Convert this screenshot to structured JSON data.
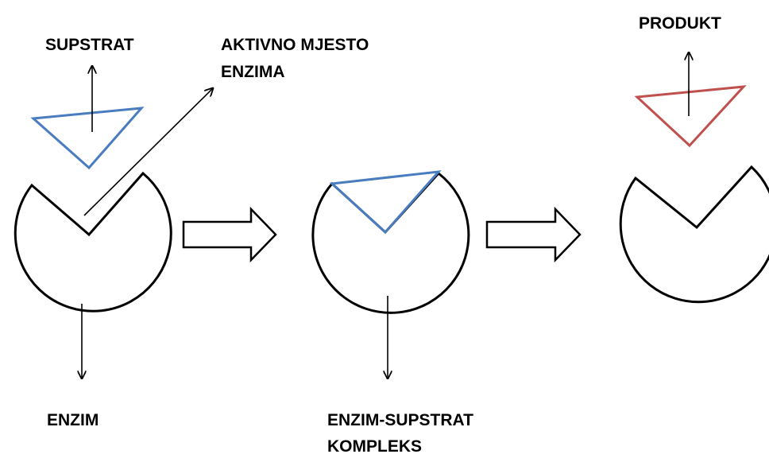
{
  "labels": {
    "supstrat": "SUPSTRAT",
    "aktivno_mjesto_line1": "AKTIVNO MJESTO",
    "aktivno_mjesto_line2": "ENZIMA",
    "enzim": "ENZIM",
    "kompleks_line1": "ENZIM-SUPSTRAT",
    "kompleks_line2": "KOMPLEKS",
    "produkt": "PRODUKT"
  },
  "colors": {
    "substrate": "#4a7cc0",
    "product": "#c0504d",
    "outline": "#000000"
  },
  "stages": [
    "enzyme-and-substrate",
    "enzyme-substrate-complex",
    "enzyme-and-product"
  ]
}
